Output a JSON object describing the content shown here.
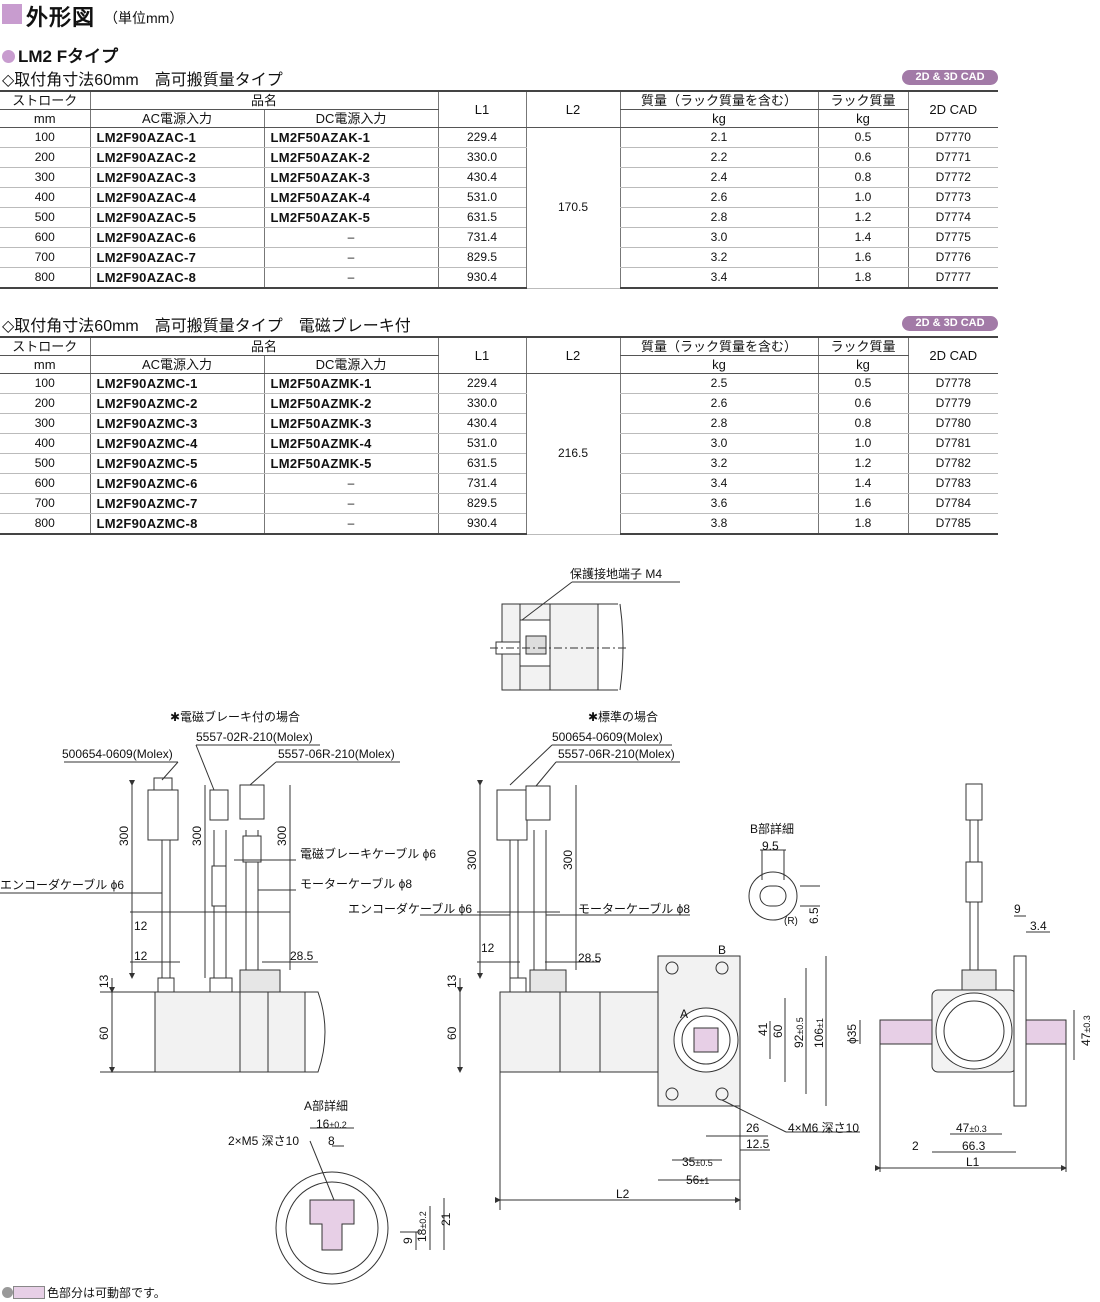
{
  "header": {
    "title": "外形図",
    "unit": "（単位mm）"
  },
  "type_label": "LM2 Fタイプ",
  "cad_badge": "2D & 3D CAD",
  "columns": {
    "stroke": "ストローク",
    "mm": "mm",
    "product": "品名",
    "ac": "AC電源入力",
    "dc": "DC電源入力",
    "l1": "L1",
    "l2": "L2",
    "mass": "質量（ラック質量を含む）",
    "kg": "kg",
    "rack": "ラック質量",
    "cad": "2D CAD"
  },
  "tables": [
    {
      "title": "◇取付角寸法60mm　高可搬質量タイプ",
      "l2": "170.5",
      "rows": [
        [
          "100",
          "LM2F90AZAC-1",
          "LM2F50AZAK-1",
          "229.4",
          "2.1",
          "0.5",
          "D7770"
        ],
        [
          "200",
          "LM2F90AZAC-2",
          "LM2F50AZAK-2",
          "330.0",
          "2.2",
          "0.6",
          "D7771"
        ],
        [
          "300",
          "LM2F90AZAC-3",
          "LM2F50AZAK-3",
          "430.4",
          "2.4",
          "0.8",
          "D7772"
        ],
        [
          "400",
          "LM2F90AZAC-4",
          "LM2F50AZAK-4",
          "531.0",
          "2.6",
          "1.0",
          "D7773"
        ],
        [
          "500",
          "LM2F90AZAC-5",
          "LM2F50AZAK-5",
          "631.5",
          "2.8",
          "1.2",
          "D7774"
        ],
        [
          "600",
          "LM2F90AZAC-6",
          "–",
          "731.4",
          "3.0",
          "1.4",
          "D7775"
        ],
        [
          "700",
          "LM2F90AZAC-7",
          "–",
          "829.5",
          "3.2",
          "1.6",
          "D7776"
        ],
        [
          "800",
          "LM2F90AZAC-8",
          "–",
          "930.4",
          "3.4",
          "1.8",
          "D7777"
        ]
      ]
    },
    {
      "title": "◇取付角寸法60mm　高可搬質量タイプ　電磁ブレーキ付",
      "l2": "216.5",
      "rows": [
        [
          "100",
          "LM2F90AZMC-1",
          "LM2F50AZMK-1",
          "229.4",
          "2.5",
          "0.5",
          "D7778"
        ],
        [
          "200",
          "LM2F90AZMC-2",
          "LM2F50AZMK-2",
          "330.0",
          "2.6",
          "0.6",
          "D7779"
        ],
        [
          "300",
          "LM2F90AZMC-3",
          "LM2F50AZMK-3",
          "430.4",
          "2.8",
          "0.8",
          "D7780"
        ],
        [
          "400",
          "LM2F90AZMC-4",
          "LM2F50AZMK-4",
          "531.0",
          "3.0",
          "1.0",
          "D7781"
        ],
        [
          "500",
          "LM2F90AZMC-5",
          "LM2F50AZMK-5",
          "631.5",
          "3.2",
          "1.2",
          "D7782"
        ],
        [
          "600",
          "LM2F90AZMC-6",
          "–",
          "731.4",
          "3.4",
          "1.4",
          "D7783"
        ],
        [
          "700",
          "LM2F90AZMC-7",
          "–",
          "829.5",
          "3.6",
          "1.6",
          "D7784"
        ],
        [
          "800",
          "LM2F90AZMC-8",
          "–",
          "930.4",
          "3.8",
          "1.8",
          "D7785"
        ]
      ]
    }
  ],
  "drawing": {
    "ground_terminal": "保護接地端子 M4",
    "brake_case": "✱電磁ブレーキ付の場合",
    "std_case": "✱標準の場合",
    "conn_enc": "500654-0609(Molex)",
    "conn_brake": "5557-02R-210(Molex)",
    "conn_motor": "5557-06R-210(Molex)",
    "brake_cable": "電磁ブレーキケーブル ϕ6",
    "enc_cable": "エンコーダケーブル ϕ6",
    "motor_cable": "モーターケーブル ϕ8",
    "detail_b": "B部詳細",
    "detail_a": "A部詳細",
    "tap_a": "2×M5 深さ10",
    "tap_b": "4×M6 深さ10",
    "label_a": "A",
    "label_b": "B",
    "label_r": "(R)",
    "label_l1": "L1",
    "label_l2": "L2",
    "dims": {
      "d300": "300",
      "d12": "12",
      "d13": "13",
      "d60": "60",
      "d285": "28.5",
      "d95": "9.5",
      "d65": "6.5",
      "d41": "41",
      "d92": "92",
      "tol05": "±0.5",
      "d106": "106",
      "tol1": "±1",
      "d26": "26",
      "d125": "12.5",
      "d35": "35",
      "d56": "56",
      "d16": "16",
      "tol02": "±0.2",
      "d8": "8",
      "d9": "9",
      "d18": "18",
      "d21": "21",
      "d34": "3.4",
      "phi35": "ϕ35",
      "d47": "47",
      "tol03": "±0.3",
      "d2": "2",
      "d663": "66.3"
    }
  },
  "footnote": "色部分は可動部です。"
}
